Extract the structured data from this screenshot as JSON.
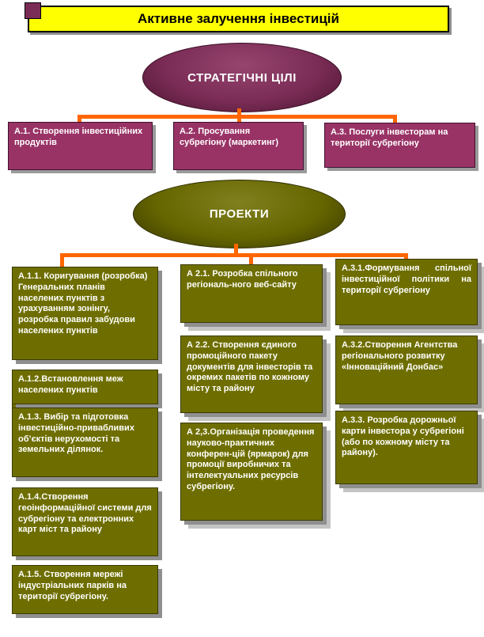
{
  "title": {
    "text": "Активне залучення інвестицій"
  },
  "strategic": {
    "ellipse_label": "СТРАТЕГІЧНІ ЦІЛІ",
    "goals": [
      "А.1. Створення інвестиційних продуктів",
      "А.2. Просування субрегіону (маркетинг)",
      "А.3. Послуги інвесторам на території субрегіону"
    ]
  },
  "projects": {
    "ellipse_label": "ПРОЕКТИ",
    "col1": [
      "А.1.1. Коригування (розробка) Генеральних планів населених пунктів з урахуванням зонінгу, розробка правил забудови населених пунктів",
      "А.1.2.Встановлення меж населених пунктів",
      "А.1.3. Вибір та підготовка інвестиційно-привабливих об’єктів нерухомості та земельних ділянок.",
      "А.1.4.Створення геоінформаційної системи для субрегіону та електронних карт міст та району",
      "А.1.5. Створення мережі індустріальних парків на території субрегіону."
    ],
    "col1_back": "А.1.3. Вибір та підготовка",
    "col2": [
      "А 2.1. Розробка спільного регіональ-ного веб-сайту",
      "А 2.2.  Створення єдиного промоційного пакету документів для інвесторів та окремих пакетів по кожному місту та району",
      "А 2,3.Організація проведення науково-практичних конферен-цій (ярмарок) для промоції виробничих та інтелектуальних ресурсів субрегіону."
    ],
    "col3": [
      "А.3.1.Формування спільної інвестиційної політики на території субрегіону",
      "А.3.2.Створення Агентства регіонального розвитку «Інноваційний Донбас»",
      "А.3.3. Розробка дорожньої карти інвестора у субрегіоні (або по кожному місту та району)."
    ]
  },
  "colors": {
    "title_bg": "#FFFF00",
    "goal_box": "#993366",
    "goal_ellipse": "#7B2C56",
    "project_box": "#6E6E00",
    "project_ellipse": "#666600",
    "connector": "#FF6600",
    "shadow": "#8F8F8F"
  }
}
